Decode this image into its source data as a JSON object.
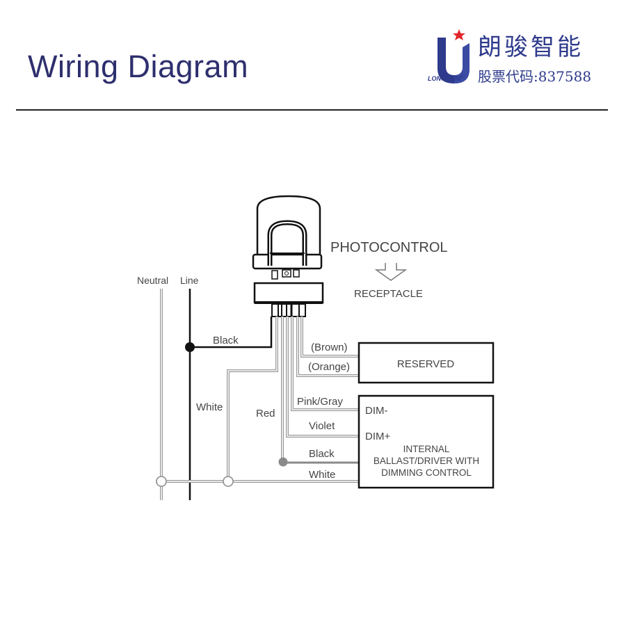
{
  "header": {
    "title": "Wiring Diagram",
    "logo": {
      "brand_cn": "朗骏智能",
      "stock_code_label": "股票代码:837588",
      "brand_en": "LONGJOIN",
      "registered_mark": "®",
      "colors": {
        "brand_blue": "#2e3a8c",
        "star_red": "#e0262b"
      }
    }
  },
  "diagram": {
    "labels": {
      "photocontrol": "PHOTOCONTROL",
      "receptacle": "RECEPTACLE",
      "neutral": "Neutral",
      "line": "Line",
      "black_line_wire": "Black",
      "white_wire": "White",
      "red_wire": "Red",
      "brown_wire": "(Brown)",
      "orange_wire": "(Orange)",
      "pink_gray_wire": "Pink/Gray",
      "violet_wire": "Violet",
      "black_load_wire": "Black",
      "white_load_wire": "White"
    },
    "boxes": {
      "reserved": "RESERVED",
      "driver": {
        "dim_minus": "DIM-",
        "dim_plus": "DIM+",
        "line1": "INTERNAL",
        "line2": "BALLAST/DRIVER WITH",
        "line3": "DIMMING CONTROL"
      }
    },
    "colors": {
      "wire_dark": "#111111",
      "wire_gray": "#9a9a9a",
      "text": "#444444",
      "title": "#2e2f6e"
    }
  }
}
